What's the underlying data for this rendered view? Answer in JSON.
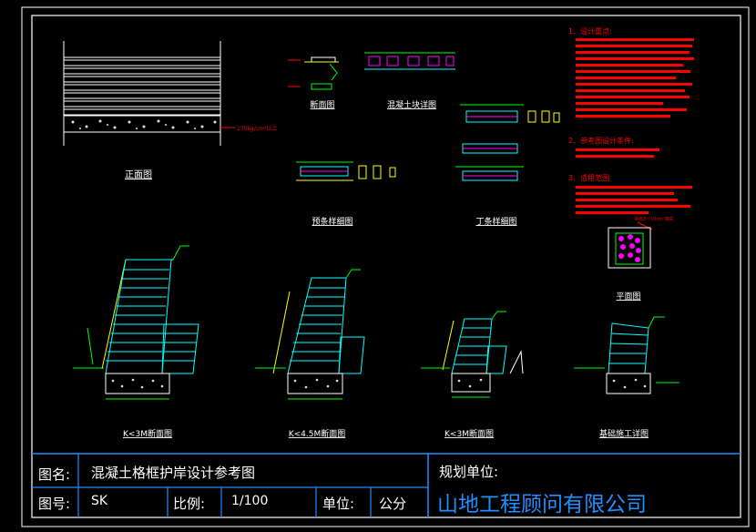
{
  "title_block": {
    "label_name": "图名:",
    "drawing_title": "混凝土格框护岸设计参考图",
    "label_no": "图号:",
    "drawing_no": "SK",
    "label_scale": "比例:",
    "scale_value": "1/100",
    "label_unit": "单位:",
    "unit_value": "公分",
    "label_org": "规划单位:",
    "org_name": "山地工程顾问有限公司"
  },
  "views": {
    "front": "正面图",
    "ref_plan": "断面图",
    "block_detail": "混凝土块详图",
    "strip_detail": "预条样细图",
    "tee_detail": "丁条样细图",
    "plan": "平面图",
    "section_a": "K<3M断面图",
    "section_b": "K<4.5M断面图",
    "section_c": "K<3M断面图",
    "footing": "基础施工详图"
  },
  "annotations": {
    "load_note": "175kg/cm²以上",
    "gravel_note": "碎石5~10cm 填充"
  },
  "notes": {
    "h1": "1、设计重点:",
    "h2": "2、参考图设计条件:",
    "h3": "3、适用范围"
  },
  "colors": {
    "frame": "#ffffff",
    "cyan": "#00ffff",
    "green": "#00ff00",
    "red": "#ff0000",
    "yellow": "#ffff00",
    "magenta": "#ff00ff",
    "title_block": "#1e90ff"
  }
}
